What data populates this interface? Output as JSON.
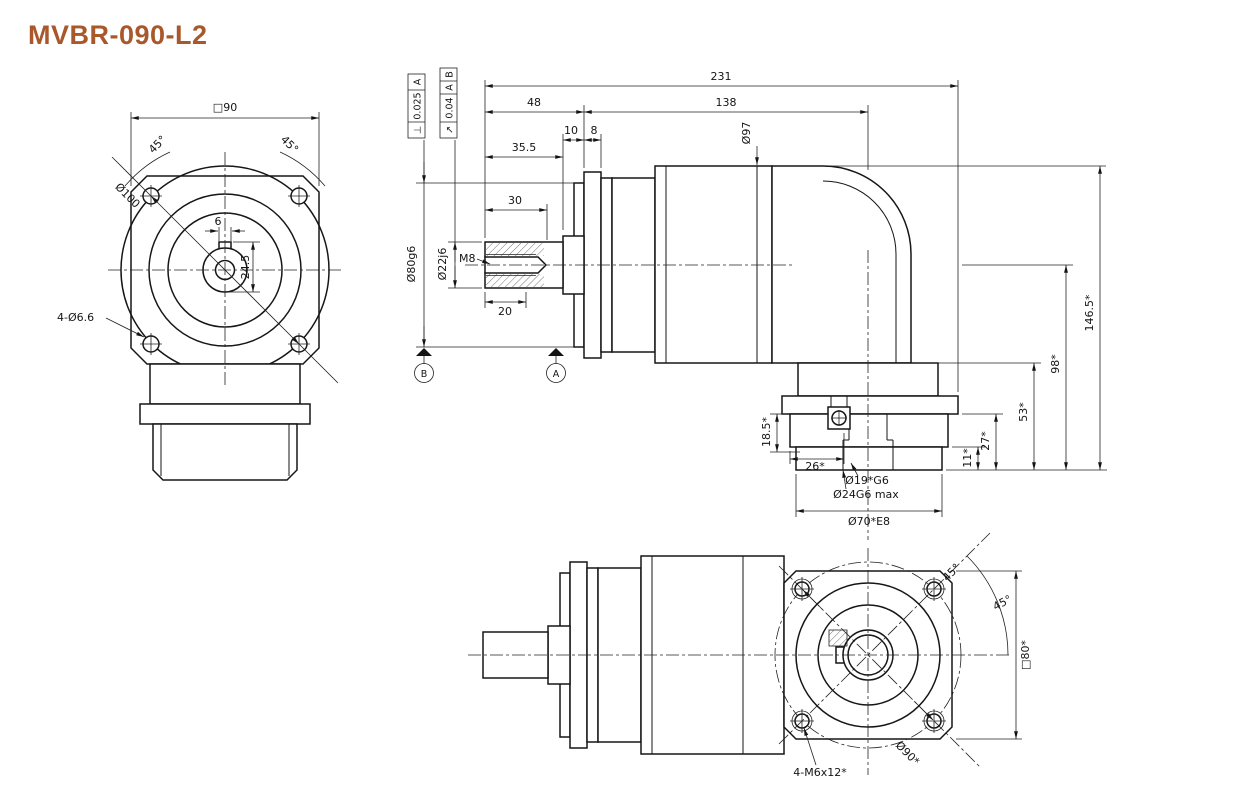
{
  "title": "MVBR-090-L2",
  "title_color": "#a8582b",
  "front_view": {
    "square": "□90",
    "angle_left": "45°",
    "angle_right": "45°",
    "bolt_circle": "Ø100",
    "holes": "4-Ø6.6",
    "key_width": "6",
    "key_height": "24.5"
  },
  "side_view": {
    "len_total": "231",
    "len_front": "48",
    "len_body": "138",
    "len_10": "10",
    "len_8": "8",
    "len_shaft": "35.5",
    "len_30": "30",
    "len_20": "20",
    "thread": "M8",
    "shaft_dia": "Ø22j6",
    "pilot_dia": "Ø80g6",
    "body_dia": "Ø97",
    "h_total": "146.5*",
    "h_axis": "98*",
    "h_53": "53*",
    "h_27": "27*",
    "h_11": "11*",
    "d_18_5": "18.5*",
    "w_26": "26*",
    "bore_19": "Ø19*G6",
    "bore_24": "Ø24G6 max",
    "spigot": "Ø70*E8",
    "datum_a": "A",
    "datum_b": "B",
    "tol_perp": {
      "symbol": "⊥",
      "value": "0.025",
      "datum": "A"
    },
    "tol_runout": {
      "symbol": "↗",
      "value": "0.04",
      "datum1": "A",
      "datum2": "B"
    }
  },
  "bottom_view": {
    "holes": "4-M6x12*",
    "bolt_circle": "Ø90*",
    "square": "□80*",
    "angle_a": "45°",
    "angle_b": "45°"
  }
}
